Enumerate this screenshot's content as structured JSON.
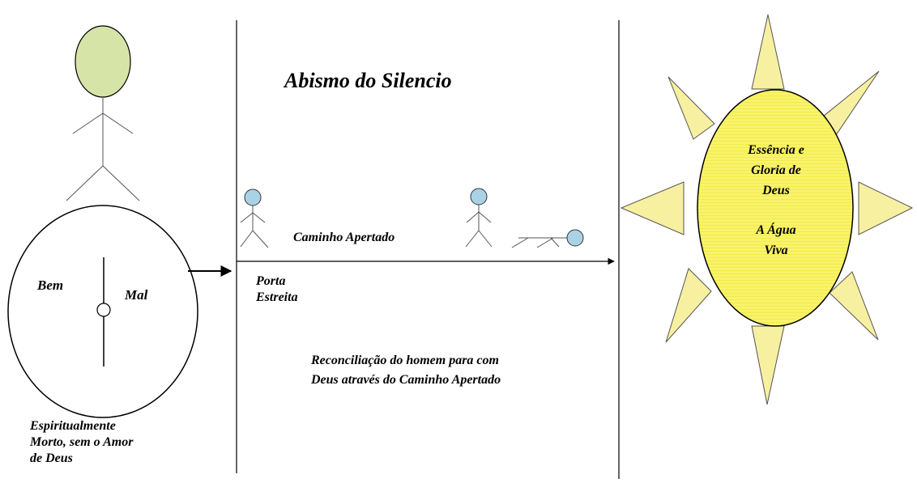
{
  "title": "Abismo do Silencio",
  "path_label": "Caminho Apertado",
  "gate_label": [
    "Porta",
    "Estreita"
  ],
  "reconciliation_text": [
    "Reconciliação do homem para com",
    "Deus através do Caminho Apertado"
  ],
  "circle_left_label": "Bem",
  "circle_right_label": "Mal",
  "dead_caption": [
    "Espiritualmente",
    "Morto, sem o Amor",
    "de Deus"
  ],
  "sun_text": [
    "Essência e",
    "Gloria de",
    "Deus",
    "A Água",
    "Viva"
  ],
  "colors": {
    "head_fill": "#d6e4a8",
    "small_figure_fill": "#a9d3e4",
    "ray_fill": "#f7f0a0",
    "center_fill": "#f8f36a",
    "stroke": "#000000"
  }
}
